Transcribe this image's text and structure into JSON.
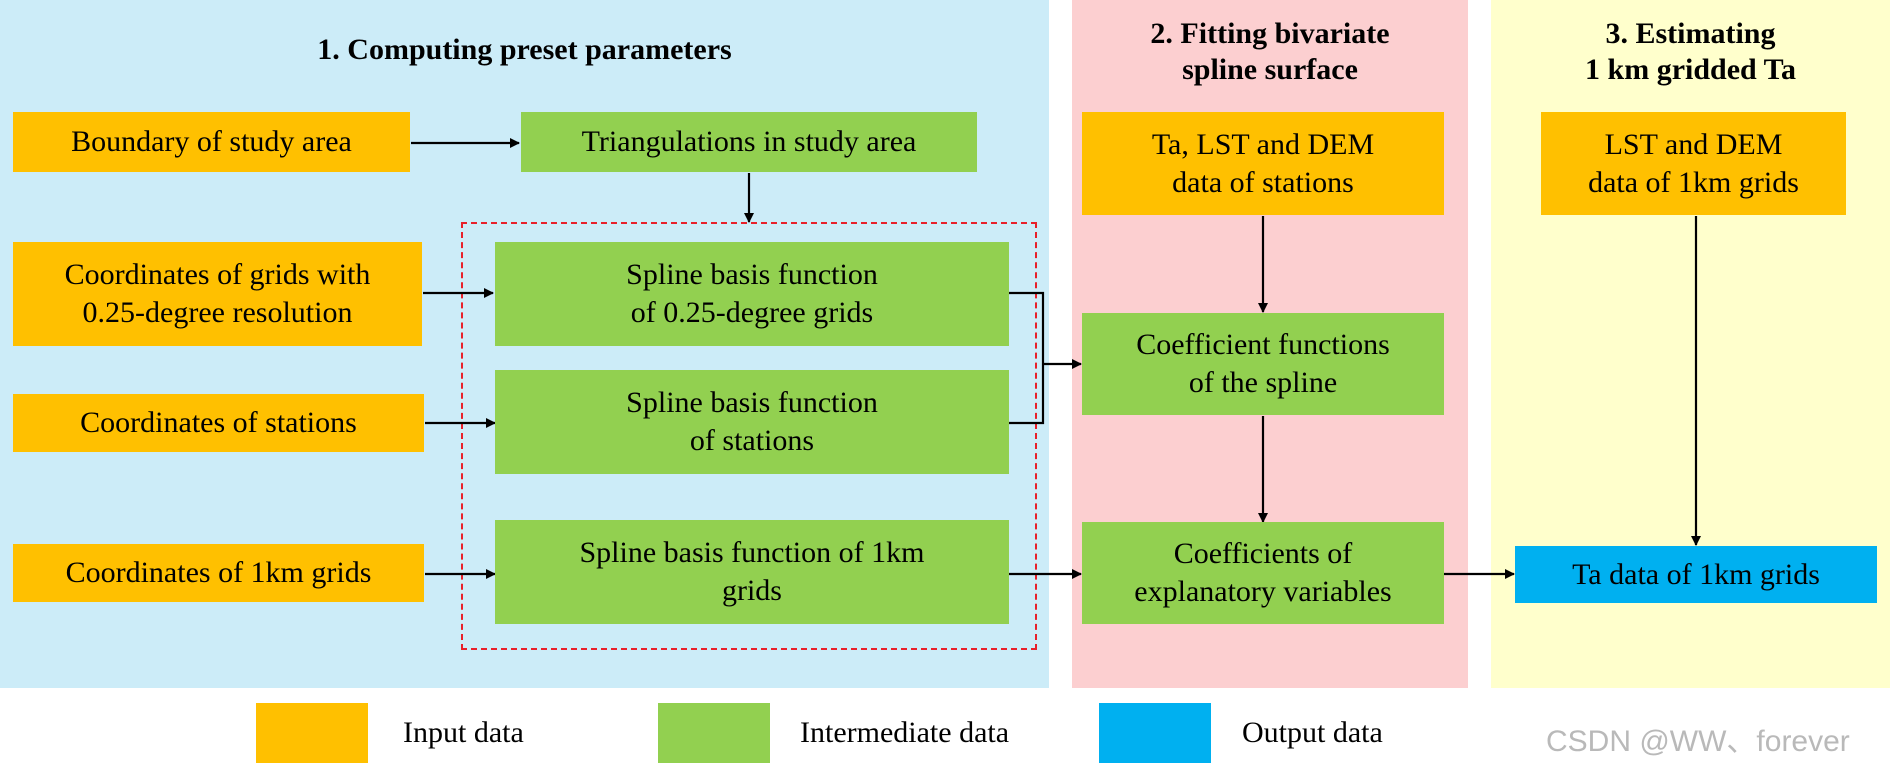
{
  "colors": {
    "panel1": "#ccecf8",
    "panel2": "#fccfd0",
    "panel3": "#ffffcc",
    "input": "#ffc000",
    "intermediate": "#92d050",
    "output": "#00b0f0",
    "dashed": "#e8202a"
  },
  "panels": {
    "p1_title": "1. Computing preset parameters",
    "p2_title": "2. Fitting bivariate\nspline surface",
    "p3_title": "3. Estimating\n1 km gridded Ta"
  },
  "nodes": {
    "boundary": "Boundary of study area",
    "triangulations": "Triangulations in study area",
    "coord_025": "Coordinates of grids with\n0.25-degree resolution",
    "coord_stations": "Coordinates of stations",
    "coord_1km": "Coordinates of 1km grids",
    "basis_025": "Spline basis function\nof 0.25-degree grids",
    "basis_stations": "Spline basis function\nof stations",
    "basis_1km": "Spline basis function of 1km\ngrids",
    "stations_data": "Ta, LST and DEM\ndata of stations",
    "coef_functions": "Coefficient functions\nof the spline",
    "coef_explanatory": "Coefficients of\nexplanatory variables",
    "grid_data": "LST and DEM\ndata of 1km grids",
    "ta_output": "Ta data of 1km grids"
  },
  "legend": {
    "input": "Input data",
    "intermediate": "Intermediate data",
    "output": "Output data"
  },
  "watermark": "CSDN @WW、forever"
}
